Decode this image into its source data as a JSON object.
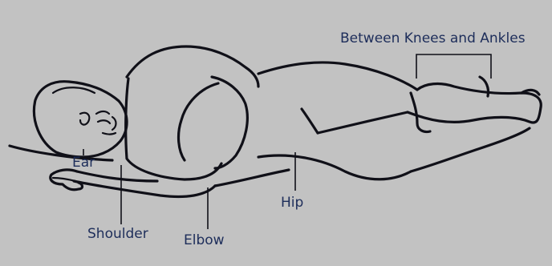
{
  "colors": {
    "background": "#c2c2c2",
    "outline": "#101018",
    "label_text": "#1d2d5a"
  },
  "labels": {
    "knees_ankles": "Between Knees and Ankles",
    "ear": "Ear",
    "hip": "Hip",
    "shoulder": "Shoulder",
    "elbow": "Elbow"
  }
}
